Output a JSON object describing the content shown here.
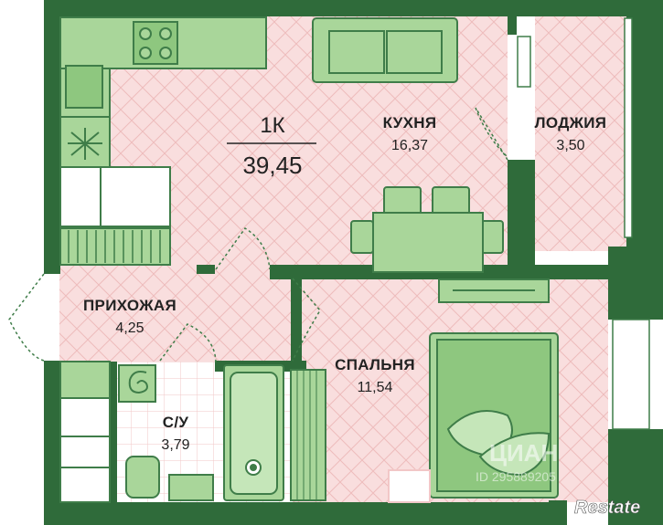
{
  "apartment": {
    "type": "1К",
    "total_area": "39,45"
  },
  "rooms": {
    "kitchen": {
      "name": "КУХНЯ",
      "area": "16,37"
    },
    "loggia": {
      "name": "ЛОДЖИЯ",
      "area": "3,50"
    },
    "hallway": {
      "name": "ПРИХОЖАЯ",
      "area": "4,25"
    },
    "bedroom": {
      "name": "СПАЛЬНЯ",
      "area": "11,54"
    },
    "bathroom": {
      "name": "С/У",
      "area": "3,79"
    }
  },
  "watermark": {
    "cian": "ЦИАН",
    "id": "ID 295889205",
    "brand": "Restate"
  },
  "colors": {
    "wall": "#2f6b3a",
    "floor": "#f9dede",
    "furniture": "#a9d69a",
    "furniture_stroke": "#3f7d49",
    "tile": "#ffffff"
  }
}
